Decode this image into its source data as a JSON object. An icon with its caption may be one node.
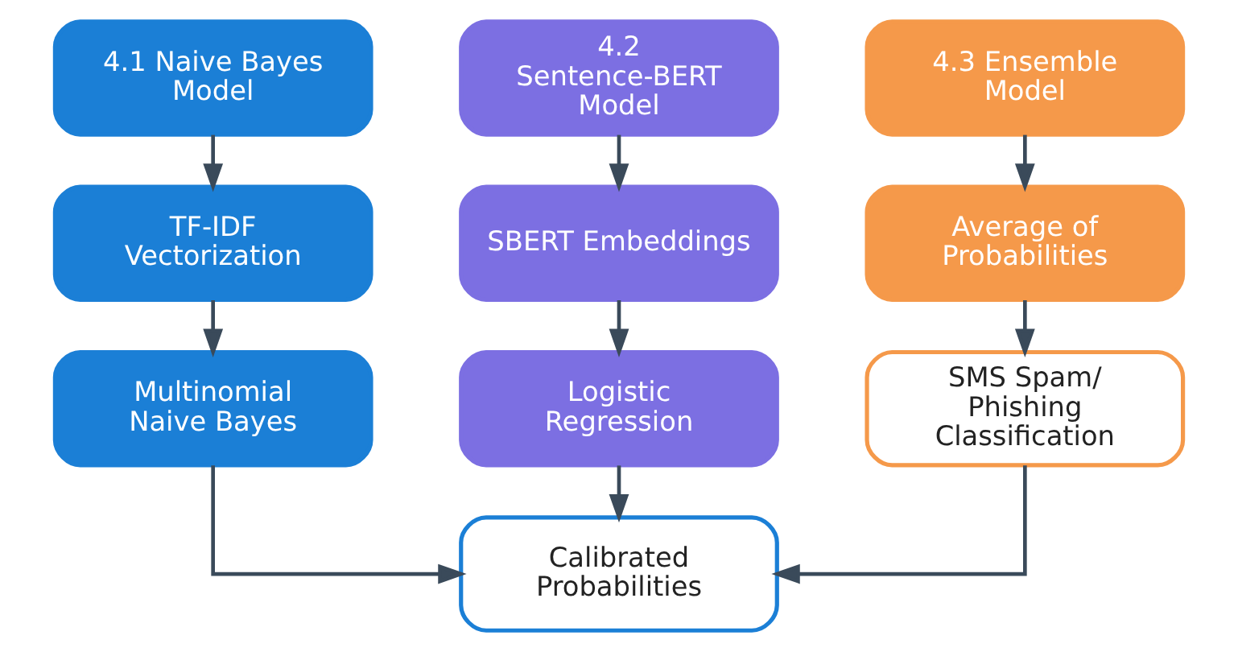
{
  "diagram": {
    "nodes": [
      {
        "text": [
          "4.1 Naive Bayes Model"
        ]
      },
      {
        "text": [
          "TF-IDF Vectorization"
        ]
      },
      {
        "text": [
          "Multinomial Naive Bayes"
        ]
      },
      {
        "text": [
          "Calibrated Probabilities"
        ]
      },
      {
        "text": [
          "4.2 Sentence-BERT Model"
        ]
      },
      {
        "text": [
          "SBERT Embeddings"
        ]
      },
      {
        "text": [
          "Logistic Regression"
        ]
      },
      {
        "text": [
          "4.3 Ensemble Model"
        ]
      },
      {
        "text": [
          "Average of Probabilities"
        ]
      },
      {
        "text": [
          "SMS Spam/ Phishing Classification"
        ]
      }
    ],
    "edges": [
      {
        "from": 0,
        "to": 1,
        "arrow": "to"
      },
      {
        "from": 1,
        "to": 2,
        "arrow": "to"
      },
      {
        "from": 2,
        "to": 3,
        "arrow": "to"
      },
      {
        "from": 4,
        "to": 5,
        "arrow": "to"
      },
      {
        "from": 5,
        "to": 6,
        "arrow": "to"
      },
      {
        "from": 6,
        "to": 3,
        "arrow": "to"
      },
      {
        "from": 7,
        "to": 8,
        "arrow": "to"
      },
      {
        "from": 8,
        "to": 9,
        "arrow": "to"
      },
      {
        "from": 9,
        "to": 3,
        "arrow": "to"
      }
    ]
  }
}
